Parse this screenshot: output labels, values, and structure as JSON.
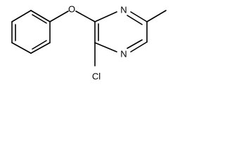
{
  "molecule": {
    "atoms": {
      "oxygen": "O",
      "nitrogen_top": "N",
      "nitrogen_bottom": "N",
      "chlorine": "Cl"
    }
  }
}
